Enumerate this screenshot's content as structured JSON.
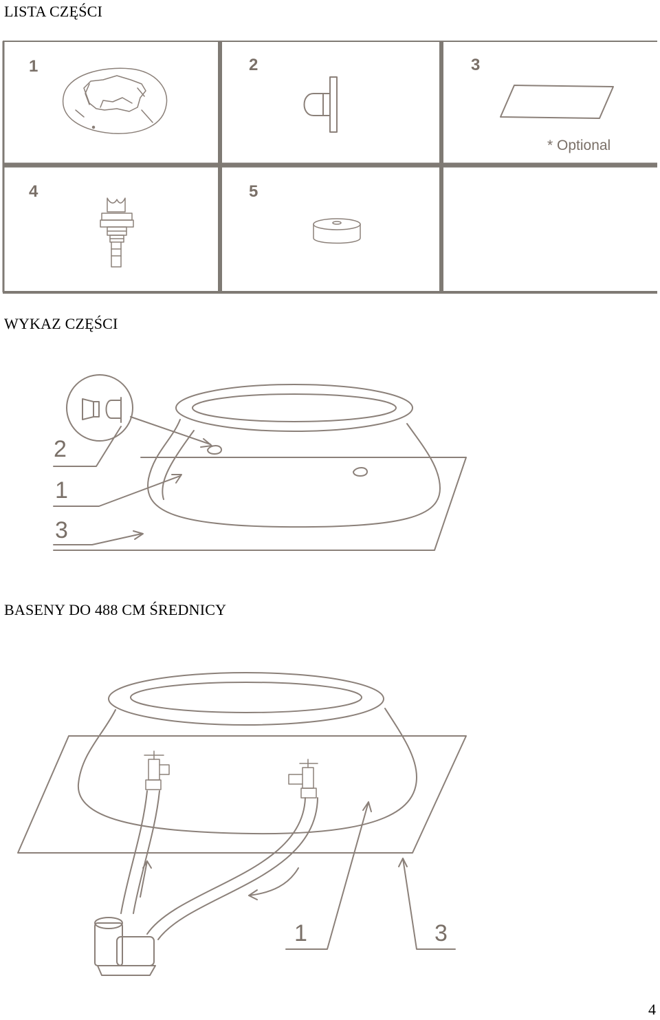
{
  "headings": {
    "parts_list": "LISTA CZĘŚCI",
    "parts_reference": "WYKAZ CZĘŚCI",
    "pools_up_to": "BASENY DO 488 CM ŚREDNICY"
  },
  "parts_grid": {
    "cells": [
      {
        "number": "1",
        "icon": "pool-icon"
      },
      {
        "number": "2",
        "icon": "plug-icon"
      },
      {
        "number": "3",
        "icon": "ground-cloth-icon",
        "note": "* Optional"
      },
      {
        "number": "4",
        "icon": "hose-adapter-icon"
      },
      {
        "number": "5",
        "icon": "disc-icon"
      },
      {
        "number": "",
        "icon": ""
      }
    ]
  },
  "diagram_parts": {
    "callouts": [
      "2",
      "1",
      "3"
    ]
  },
  "diagram_pool": {
    "callouts": [
      "1",
      "3"
    ]
  },
  "colors": {
    "line": "#8b8079",
    "grid": "#7f7a74",
    "label": "#7a7068"
  },
  "page_number": "4"
}
